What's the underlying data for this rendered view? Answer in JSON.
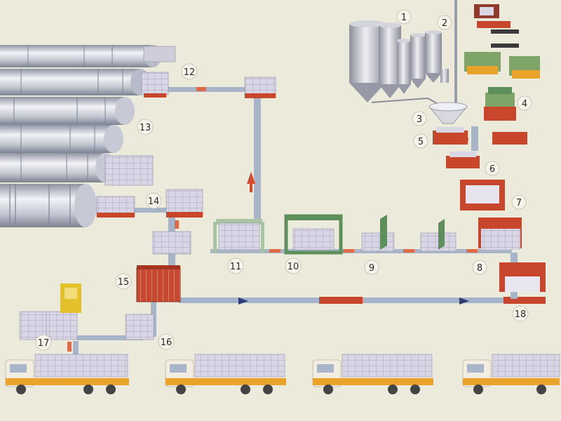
{
  "diagram": {
    "steps": [
      {
        "label": "1"
      },
      {
        "label": "2"
      },
      {
        "label": "3"
      },
      {
        "label": "4"
      },
      {
        "label": "5"
      },
      {
        "label": "6"
      },
      {
        "label": "7"
      },
      {
        "label": "8"
      },
      {
        "label": "9"
      },
      {
        "label": "10"
      },
      {
        "label": "11"
      },
      {
        "label": "12"
      },
      {
        "label": "13"
      },
      {
        "label": "14"
      },
      {
        "label": "15"
      },
      {
        "label": "16"
      },
      {
        "label": "17"
      },
      {
        "label": "18"
      }
    ],
    "colors": {
      "background": "#eceadb",
      "machine_red": "#c8472c",
      "rail": "#9eaec4",
      "autoclave": "#c9cdd6",
      "block": "#d5d2e2",
      "truck_cab": "#f2ede0",
      "truck_stripe": "#e9a22a",
      "cutter_green": "#5c8f5a"
    }
  }
}
